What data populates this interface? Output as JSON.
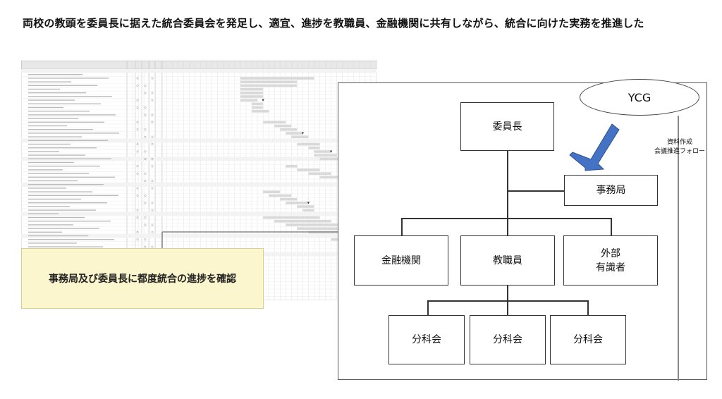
{
  "page": {
    "title": "両校の教頭を委員長に据えた統合委員会を発足し、適宜、進捗を教職員、金融機関に共有しながら、統合に向けた実務を推進した"
  },
  "callout": {
    "text": "事務局及び委員長に都度統合の進捗を確認"
  },
  "org_chart": {
    "chair": "委員長",
    "secretariat": "事務局",
    "consultant": "YCG",
    "consultant_note": "資料作成\n会議推進フォロー",
    "members": [
      "金融機関",
      "教職員",
      "外部\n有識者"
    ],
    "subcommittees": [
      "分科会",
      "分科会",
      "分科会"
    ]
  },
  "colors": {
    "arrow": "#4472c4",
    "arrow_stroke": "#2f528f",
    "callout_bg": "#fbf6cd",
    "gantt_bar": "#d9d9d9",
    "gantt_header": "#e8e8e8"
  }
}
